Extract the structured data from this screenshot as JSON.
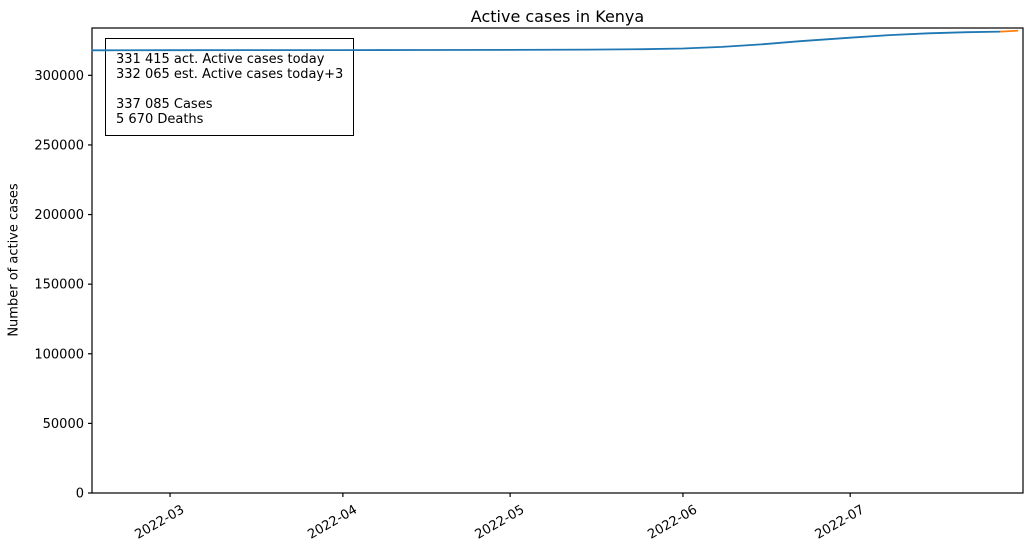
{
  "figure": {
    "title": "Active cases in Kenya",
    "ylabel": "Number of active cases",
    "xlabel": ""
  },
  "annotation": {
    "line1": "331 415 act. Active cases today",
    "line2": "332 065 est. Active cases today+3",
    "line3": "337 085 Cases",
    "line4": "5 670 Deaths"
  },
  "chart_data": {
    "type": "line",
    "title": "Active cases in Kenya",
    "xlabel": "",
    "ylabel": "Number of active cases",
    "xrange": [
      "2022-02-15",
      "2022-08-01"
    ],
    "ylim": [
      0,
      334000
    ],
    "yticks": [
      0,
      50000,
      100000,
      150000,
      200000,
      250000,
      300000
    ],
    "xticks": [
      {
        "value": "2022-03-01",
        "label": "2022-03"
      },
      {
        "value": "2022-04-01",
        "label": "2022-04"
      },
      {
        "value": "2022-05-01",
        "label": "2022-05"
      },
      {
        "value": "2022-06-01",
        "label": "2022-06"
      },
      {
        "value": "2022-07-01",
        "label": "2022-07"
      }
    ],
    "grid": false,
    "legend_position": "none",
    "annotations": [
      "331 415 act. Active cases today",
      "332 065 est. Active cases today+3",
      "337 085 Cases",
      "5 670 Deaths"
    ],
    "series": [
      {
        "name": "active-cases-actual",
        "color": "#1f77b4",
        "points": [
          [
            "2022-02-15",
            318000
          ],
          [
            "2022-03-01",
            318050
          ],
          [
            "2022-03-15",
            318100
          ],
          [
            "2022-04-01",
            318150
          ],
          [
            "2022-04-15",
            318200
          ],
          [
            "2022-05-01",
            318300
          ],
          [
            "2022-05-15",
            318500
          ],
          [
            "2022-05-25",
            318800
          ],
          [
            "2022-06-01",
            319300
          ],
          [
            "2022-06-08",
            320400
          ],
          [
            "2022-06-15",
            322200
          ],
          [
            "2022-06-22",
            324500
          ],
          [
            "2022-07-01",
            327000
          ],
          [
            "2022-07-08",
            328900
          ],
          [
            "2022-07-15",
            330200
          ],
          [
            "2022-07-22",
            331000
          ],
          [
            "2022-07-28",
            331415
          ]
        ]
      },
      {
        "name": "active-cases-estimate",
        "color": "#ff7f0e",
        "points": [
          [
            "2022-07-28",
            331415
          ],
          [
            "2022-07-31",
            332065
          ]
        ]
      }
    ]
  }
}
